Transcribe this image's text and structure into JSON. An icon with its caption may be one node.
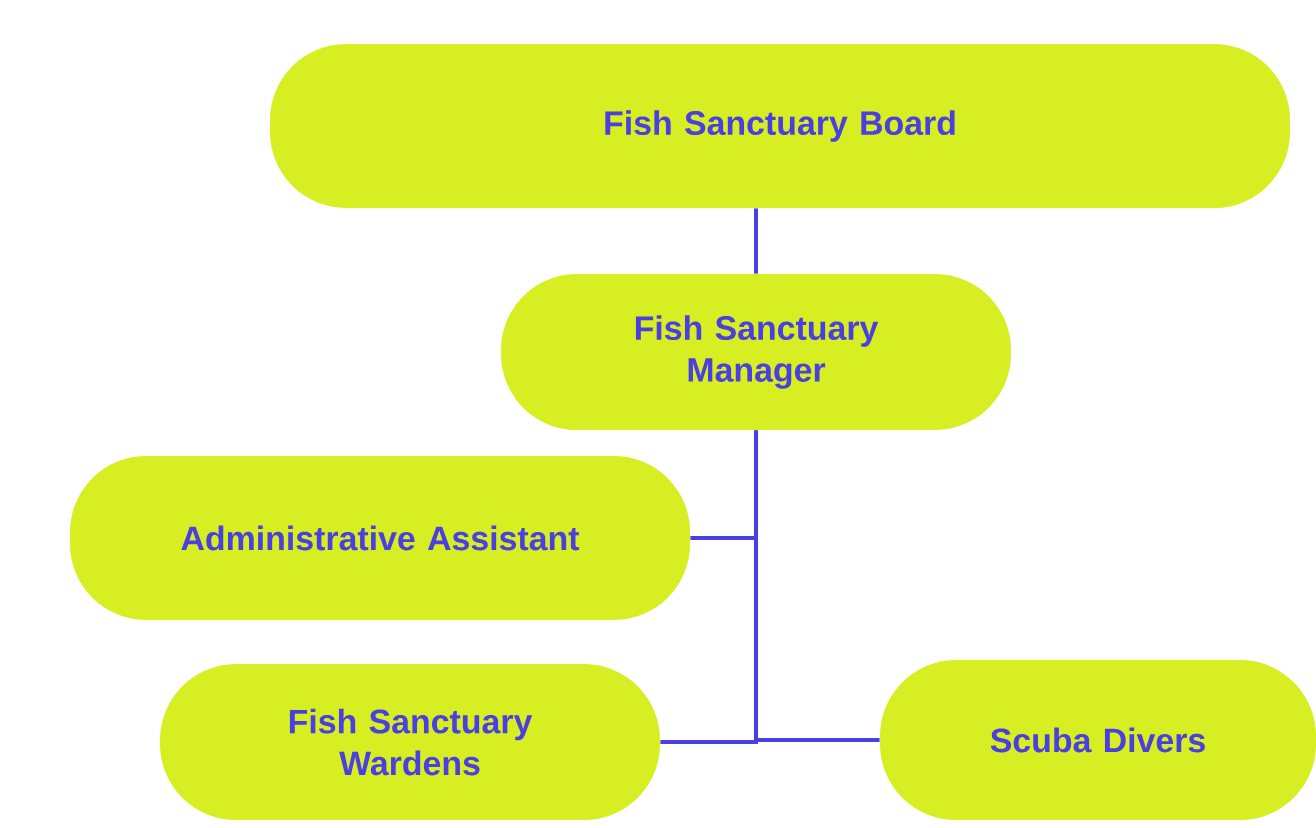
{
  "diagram": {
    "nodes": [
      {
        "text": [
          "Fish Sanctuary Board"
        ]
      },
      {
        "text": [
          "Fish Sanctuary Manager"
        ]
      },
      {
        "text": [
          "Administrative Assistant"
        ]
      },
      {
        "text": [
          "Fish Sanctuary Wardens"
        ]
      },
      {
        "text": [
          "Scuba Divers"
        ]
      }
    ],
    "edges": [
      {
        "from": 0,
        "to": 1,
        "arrow": "none"
      },
      {
        "from": 1,
        "to": 2,
        "arrow": "none"
      },
      {
        "from": 1,
        "to": 3,
        "arrow": "none"
      },
      {
        "from": 1,
        "to": 4,
        "arrow": "none"
      }
    ]
  }
}
